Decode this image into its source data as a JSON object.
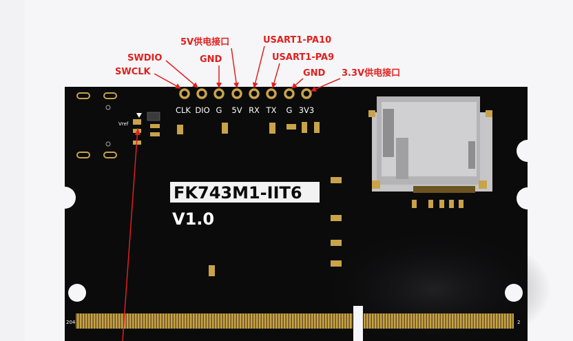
{
  "board": {
    "model": "FK743M1-IIT6",
    "version": "V1.0",
    "edge_left_number": "204",
    "edge_right_number": "2",
    "vref_label": "Vref"
  },
  "pins": [
    "CLK",
    "DIO",
    "G",
    "5V",
    "RX",
    "TX",
    "G",
    "3V3"
  ],
  "annotations": [
    "SWDIO",
    "SWCLK",
    "5V供电接口",
    "GND",
    "USART1-PA10",
    "USART1-PA9",
    "GND",
    "3.3V供电接口"
  ],
  "colors": {
    "annotation": "#e0201e",
    "board": "#0b0b0c",
    "gold": "#c9a34a"
  }
}
